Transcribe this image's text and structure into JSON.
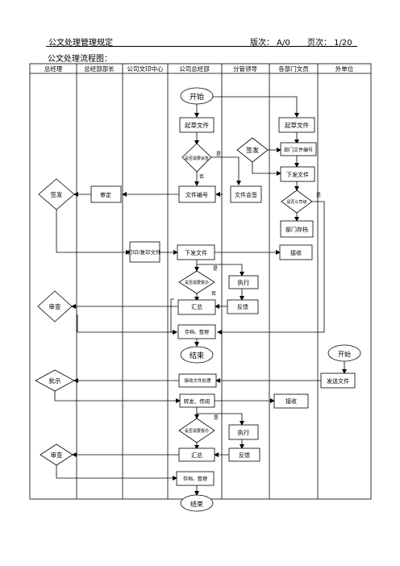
{
  "header": {
    "title": "公文处理管理规定",
    "version": "版次： A/0",
    "page": "页次： 1/20"
  },
  "subtitle": "公文处理流程图：",
  "lanes": [
    "总经理",
    "总经部部长",
    "公司文印中心",
    "公司总经部",
    "分管领导",
    "各部门文员",
    "外单位"
  ],
  "nodes": {
    "start1": "开始",
    "draft_a": "起草文件",
    "draft_b": "起草文件",
    "need_sign_a": "是否需要会签",
    "sign_approve_a": "签发",
    "dept_number": "部门文件编号",
    "countersign": "文件会签",
    "issue_b": "下发文件",
    "file_number": "文件编号",
    "review": "审定",
    "sign_approve_b": "签发",
    "company_level": "是否公司级",
    "dept_archive": "部门存档",
    "print_copy": "打印/复印文件",
    "issue_c": "下发文件",
    "receive_a": "接收",
    "need_handle_a": "是否需要督办",
    "execute_a": "执行",
    "collect_a": "汇总",
    "feedback_a": "反馈",
    "check_a": "审查",
    "archive_a": "存档、整理",
    "end_a": "结束",
    "start2": "开始",
    "receive_file": "接收文件处理",
    "send_file": "发送文件",
    "instruct": "批示",
    "forward": "转发、传阅",
    "receive_b": "接收",
    "need_handle_b": "是否需要督办",
    "execute_b": "执行",
    "collect_b": "汇总",
    "feedback_b": "反馈",
    "check_b": "审查",
    "archive_b": "存档、整理",
    "end_b": "结束"
  },
  "labels": {
    "yes": "是",
    "no": "否"
  }
}
